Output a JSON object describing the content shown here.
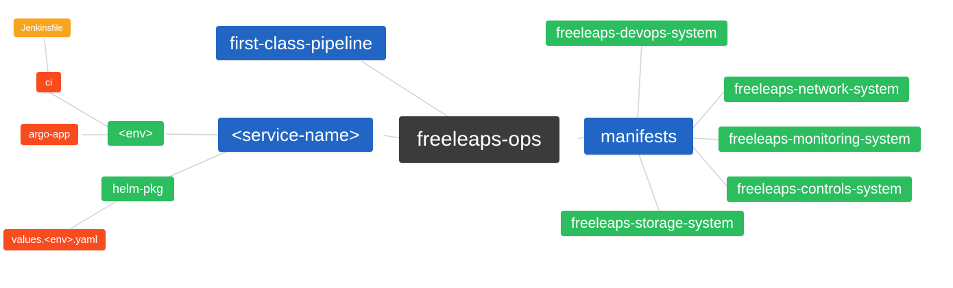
{
  "diagram": {
    "type": "mindmap",
    "root": "freeleaps-ops",
    "colors": {
      "blue": "#2166c4",
      "dark": "#3b3b3b",
      "green": "#2bbd5e",
      "orange": "#f7a51f",
      "red_orange": "#f84c1e",
      "edge_gray": "#d5d5d5"
    },
    "nodes": {
      "freeleaps_ops": {
        "label": "freeleaps-ops"
      },
      "first_class_pipeline": {
        "label": "first-class-pipeline"
      },
      "service_name": {
        "label": "<service-name>"
      },
      "env": {
        "label": "<env>"
      },
      "ci": {
        "label": "ci"
      },
      "jenkinsfile": {
        "label": "Jenkinsfile"
      },
      "argo_app": {
        "label": "argo-app"
      },
      "helm_pkg": {
        "label": "helm-pkg"
      },
      "values_env_yaml": {
        "label": "values.<env>.yaml"
      },
      "manifests": {
        "label": "manifests"
      },
      "devops_system": {
        "label": "freeleaps-devops-system"
      },
      "network_system": {
        "label": "freeleaps-network-system"
      },
      "monitoring_system": {
        "label": "freeleaps-monitoring-system"
      },
      "controls_system": {
        "label": "freeleaps-controls-system"
      },
      "storage_system": {
        "label": "freeleaps-storage-system"
      }
    },
    "edges": [
      [
        "jenkinsfile",
        "ci"
      ],
      [
        "ci",
        "env"
      ],
      [
        "argo_app",
        "env"
      ],
      [
        "env",
        "service_name"
      ],
      [
        "helm_pkg",
        "service_name"
      ],
      [
        "values_env_yaml",
        "helm_pkg"
      ],
      [
        "first_class_pipeline",
        "freeleaps_ops"
      ],
      [
        "service_name",
        "freeleaps_ops"
      ],
      [
        "freeleaps_ops",
        "manifests"
      ],
      [
        "manifests",
        "devops_system"
      ],
      [
        "manifests",
        "network_system"
      ],
      [
        "manifests",
        "monitoring_system"
      ],
      [
        "manifests",
        "controls_system"
      ],
      [
        "manifests",
        "storage_system"
      ]
    ]
  }
}
